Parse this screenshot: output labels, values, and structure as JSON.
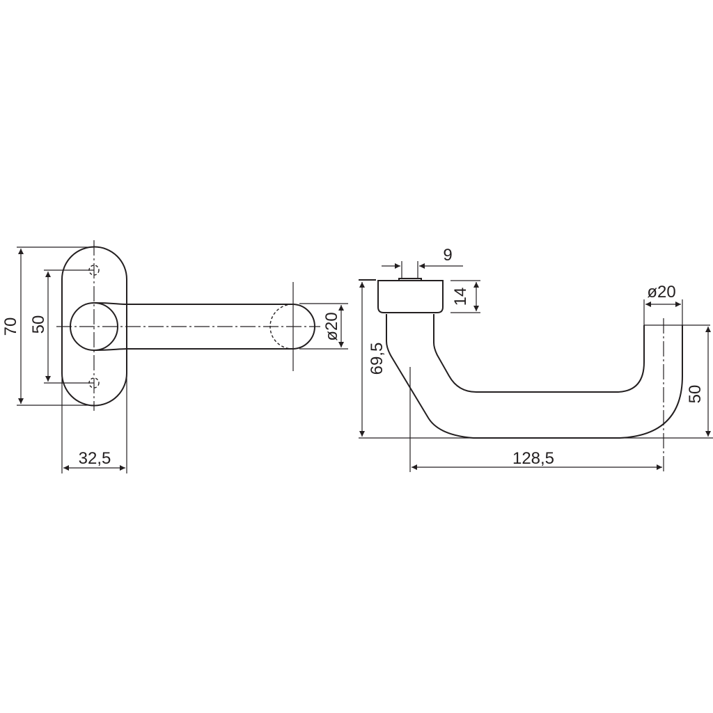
{
  "title": "Door lever handle technical drawing",
  "front_view": {
    "dims": {
      "height_total": "70",
      "screw_spacing": "50",
      "rose_width": "32,5",
      "lever_diameter": "ø20"
    }
  },
  "side_view": {
    "dims": {
      "spindle": "9",
      "rose_height": "14",
      "overall_height": "69,5",
      "projection": "128,5",
      "lever_diameter": "ø20",
      "drop": "50"
    }
  },
  "colors": {
    "line": "#231f20",
    "background": "#ffffff"
  }
}
